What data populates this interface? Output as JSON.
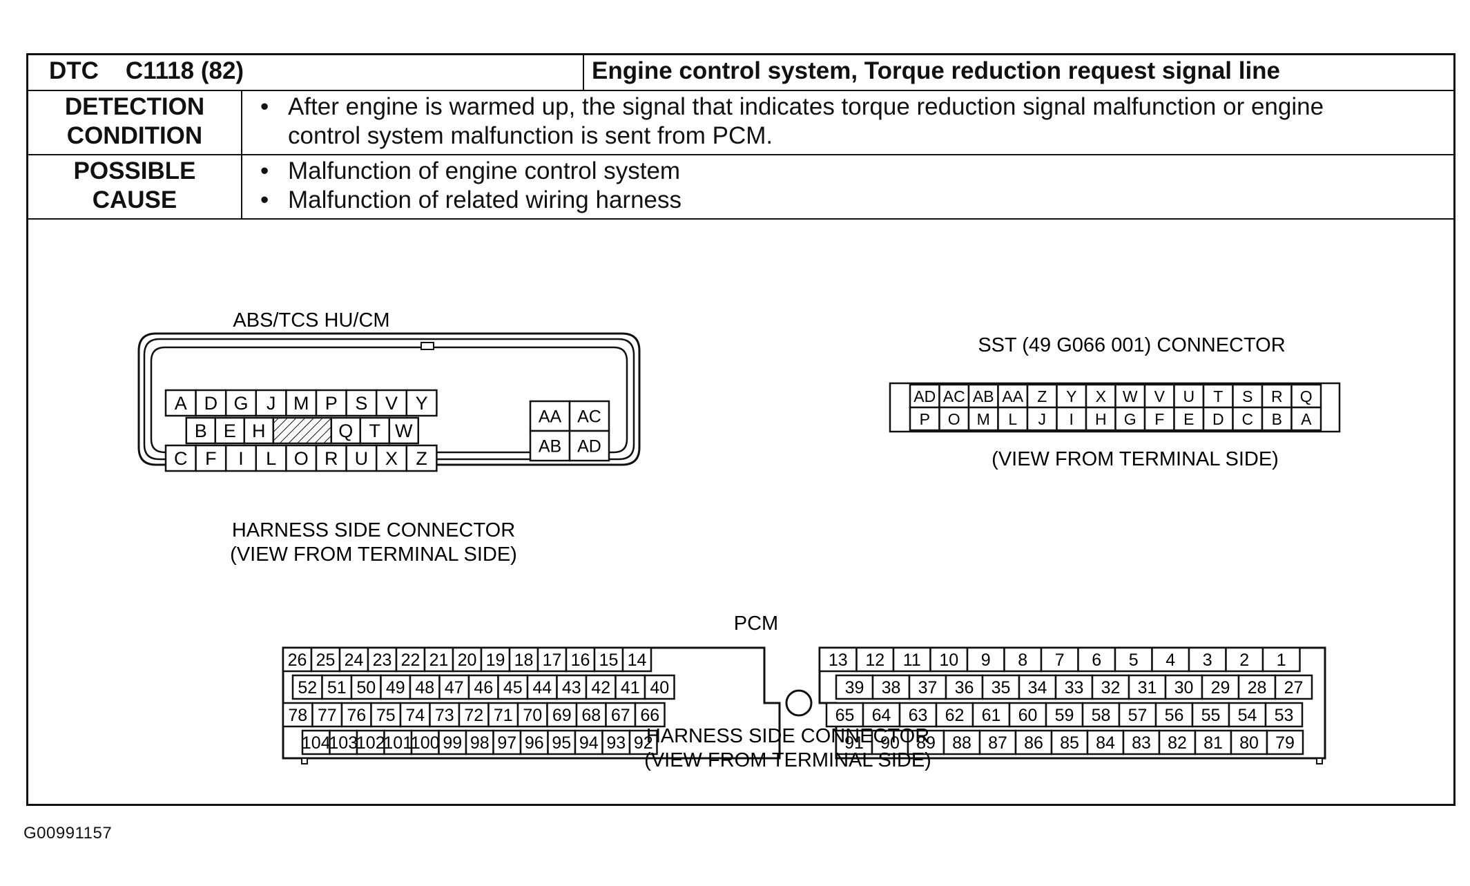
{
  "dtc": {
    "code": "DTC    C1118 (82)",
    "title": "Engine control system, Torque reduction request signal line"
  },
  "detection": {
    "label_lines": [
      "DETECTION",
      "CONDITION"
    ],
    "bullet": "•",
    "lines": [
      "After engine is warmed up, the signal that indicates torque reduction signal malfunction or engine",
      "control system malfunction is sent from PCM."
    ]
  },
  "cause": {
    "label_lines": [
      "POSSIBLE",
      "CAUSE"
    ],
    "bullet": "•",
    "items": [
      "Malfunction of engine control system",
      "Malfunction of related wiring harness"
    ]
  },
  "abs_connector": {
    "title": "ABS/TCS HU/CM",
    "rows": [
      [
        "A",
        "D",
        "G",
        "J",
        "M",
        "P",
        "S",
        "V",
        "Y"
      ],
      [
        "B",
        "E",
        "H",
        "",
        "",
        "Q",
        "T",
        "W"
      ],
      [
        "C",
        "F",
        "I",
        "L",
        "O",
        "R",
        "U",
        "X",
        "Z"
      ]
    ],
    "side_block": [
      [
        "AA",
        "AC"
      ],
      [
        "AB",
        "AD"
      ]
    ],
    "caption_lines": [
      "HARNESS SIDE CONNECTOR",
      "(VIEW FROM TERMINAL SIDE)"
    ]
  },
  "sst_connector": {
    "title": "SST (49  G066 001) CONNECTOR",
    "top_row": [
      "AD",
      "AC",
      "AB",
      "AA",
      "Z",
      "Y",
      "X",
      "W",
      "V",
      "U",
      "T",
      "S",
      "R",
      "Q"
    ],
    "bottom_row": [
      "P",
      "O",
      "M",
      "L",
      "J",
      "I",
      "H",
      "G",
      "F",
      "E",
      "D",
      "C",
      "B",
      "A"
    ],
    "caption": "(VIEW FROM TERMINAL SIDE)"
  },
  "pcm": {
    "title": "PCM",
    "left_rows": [
      [
        "26",
        "25",
        "24",
        "23",
        "22",
        "21",
        "20",
        "19",
        "18",
        "17",
        "16",
        "15",
        "14"
      ],
      [
        "52",
        "51",
        "50",
        "49",
        "48",
        "47",
        "46",
        "45",
        "44",
        "43",
        "42",
        "41",
        "40"
      ],
      [
        "78",
        "77",
        "76",
        "75",
        "74",
        "73",
        "72",
        "71",
        "70",
        "69",
        "68",
        "67",
        "66"
      ],
      [
        "104",
        "103",
        "102",
        "101",
        "100",
        "99",
        "98",
        "97",
        "96",
        "95",
        "94",
        "93",
        "92"
      ]
    ],
    "right_rows": [
      [
        "13",
        "12",
        "11",
        "10",
        "9",
        "8",
        "7",
        "6",
        "5",
        "4",
        "3",
        "2",
        "1"
      ],
      [
        "39",
        "38",
        "37",
        "36",
        "35",
        "34",
        "33",
        "32",
        "31",
        "30",
        "29",
        "28",
        "27"
      ],
      [
        "65",
        "64",
        "63",
        "62",
        "61",
        "60",
        "59",
        "58",
        "57",
        "56",
        "55",
        "54",
        "53"
      ],
      [
        "91",
        "90",
        "89",
        "88",
        "87",
        "86",
        "85",
        "84",
        "83",
        "82",
        "81",
        "80",
        "79"
      ]
    ],
    "caption_lines": [
      "HARNESS SIDE CONNECTOR",
      "(VIEW FROM TERMINAL SIDE)"
    ]
  },
  "figure_code": "G00991157"
}
